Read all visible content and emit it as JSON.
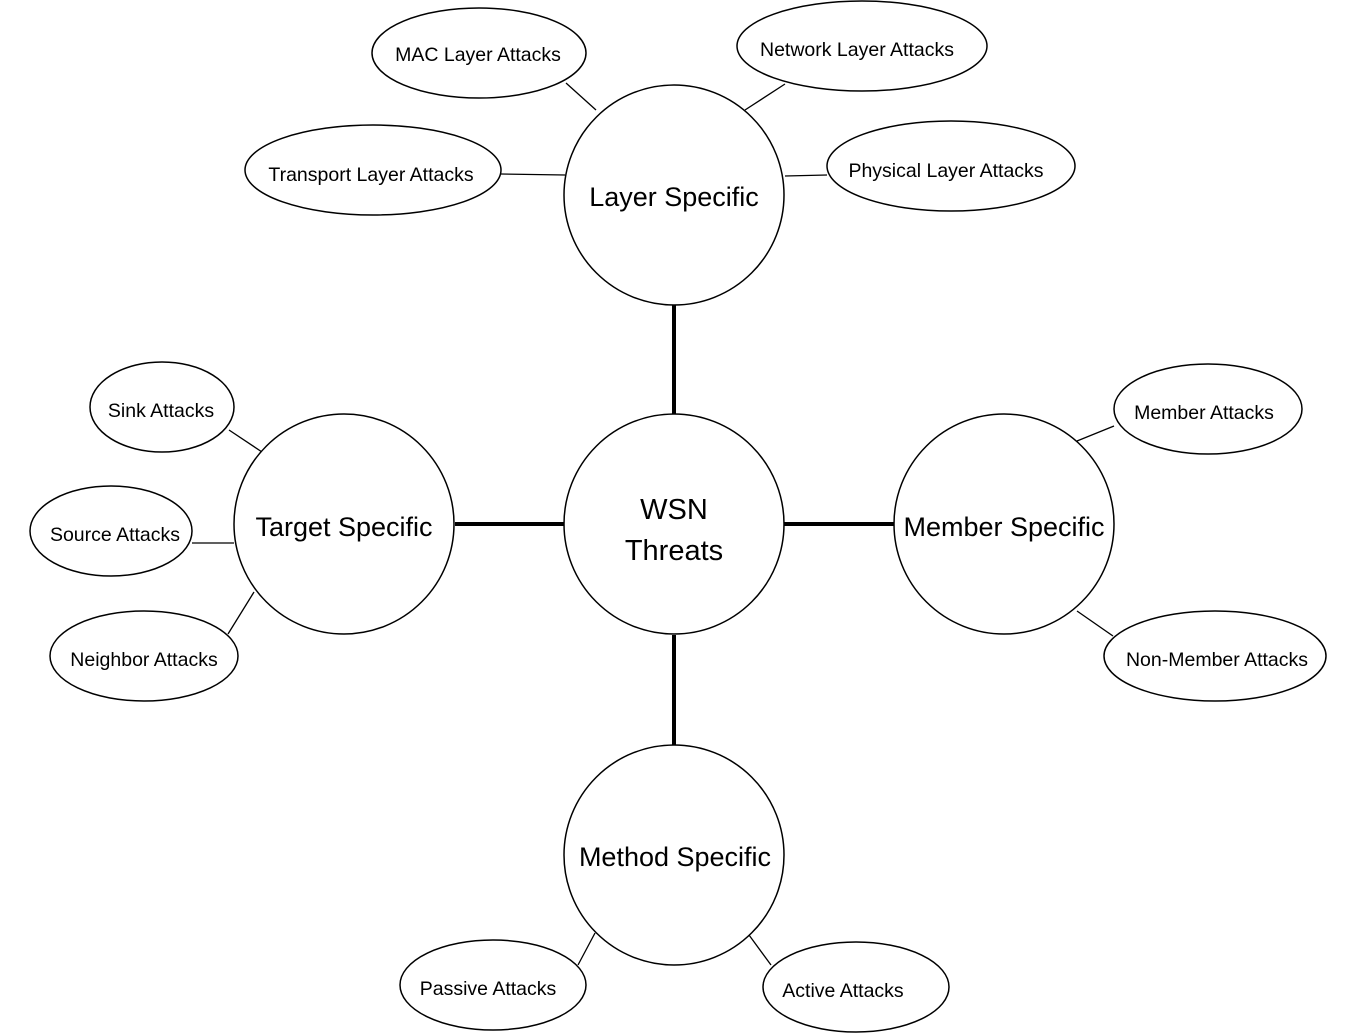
{
  "center": {
    "line1": "WSN",
    "line2": "Threats"
  },
  "categories": {
    "layer": {
      "label": "Layer Specific",
      "attacks": {
        "mac": "MAC Layer Attacks",
        "network": "Network Layer Attacks",
        "transport": "Transport Layer Attacks",
        "physical": "Physical Layer Attacks"
      }
    },
    "target": {
      "label": "Target Specific",
      "attacks": {
        "sink": "Sink Attacks",
        "source": "Source Attacks",
        "neighbor": "Neighbor Attacks"
      }
    },
    "member": {
      "label": "Member Specific",
      "attacks": {
        "member": "Member Attacks",
        "non_member": "Non-Member Attacks"
      }
    },
    "method": {
      "label": "Method Specific",
      "attacks": {
        "passive": "Passive Attacks",
        "active": "Active Attacks"
      }
    }
  }
}
